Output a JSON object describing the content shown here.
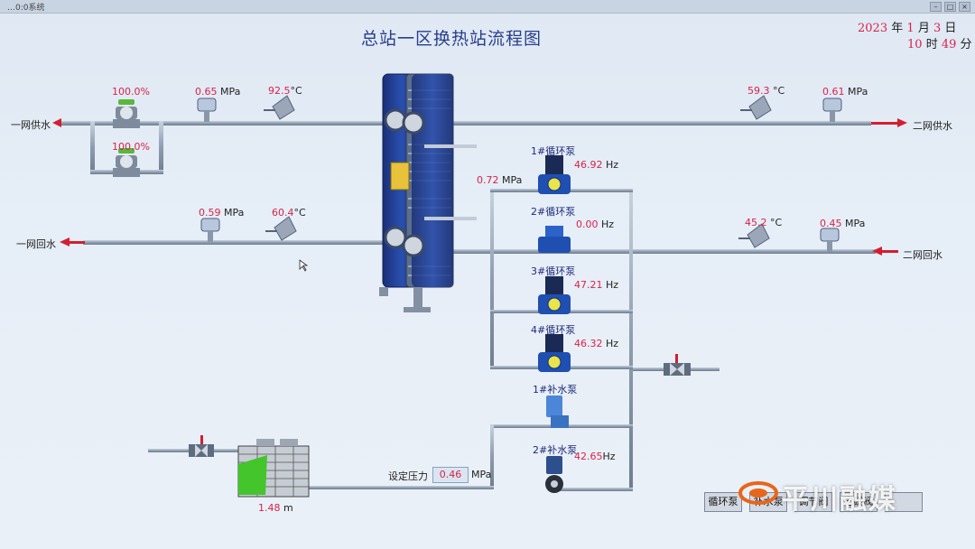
{
  "window": {
    "title_text": "…0:0系统"
  },
  "title": "总站一区换热站流程图",
  "datetime": {
    "year": "2023",
    "year_unit": "年",
    "month": "1",
    "month_unit": "月",
    "day": "3",
    "day_unit": "日",
    "hour": "10",
    "hour_unit": "时",
    "minute": "49",
    "minute_unit": "分"
  },
  "labels": {
    "primary_supply": "一网供水",
    "primary_return": "一网回水",
    "secondary_supply": "二网供水",
    "secondary_return": "二网回水"
  },
  "primary_supply": {
    "valve1_opening": "100.0%",
    "valve2_opening": "100.0%",
    "pressure": "0.65",
    "pressure_unit": "MPa",
    "temperature": "92.5",
    "temperature_unit": "°C"
  },
  "primary_return": {
    "pressure": "0.59",
    "pressure_unit": "MPa",
    "temperature": "60.4",
    "temperature_unit": "°C"
  },
  "secondary_supply": {
    "temperature": "59.3",
    "temperature_unit": "°C",
    "pressure": "0.61",
    "pressure_unit": "MPa"
  },
  "secondary_return": {
    "temperature": "45.2",
    "temperature_unit": "°C",
    "pressure": "0.45",
    "pressure_unit": "MPa"
  },
  "pump_inlet_pressure": {
    "value": "0.72",
    "unit": "MPa"
  },
  "circulation_pumps": [
    {
      "name": "1#循环泵",
      "freq": "46.92",
      "unit": "Hz"
    },
    {
      "name": "2#循环泵",
      "freq": "0.00",
      "unit": "Hz"
    },
    {
      "name": "3#循环泵",
      "freq": "47.21",
      "unit": "Hz"
    },
    {
      "name": "4#循环泵",
      "freq": "46.32",
      "unit": "Hz"
    }
  ],
  "makeup_pumps": [
    {
      "name": "1#补水泵",
      "freq": "",
      "unit": ""
    },
    {
      "name": "2#补水泵",
      "freq": "42.65",
      "unit": "Hz"
    }
  ],
  "set_pressure": {
    "label": "设定压力",
    "value": "0.46",
    "unit": "MPa"
  },
  "tank": {
    "level": "1.48",
    "unit": "m"
  },
  "buttons": [
    "循环泵",
    "补水泵",
    "调节阀",
    "电磁阀",
    ""
  ],
  "watermark": "平川融媒",
  "colors": {
    "pipe": "#9aa9b8",
    "value": "#d8234a",
    "title": "#2a3e8c",
    "pump": "#1f4fb0",
    "exchanger": "#1d3d8f",
    "tank_water": "#43c52b"
  }
}
